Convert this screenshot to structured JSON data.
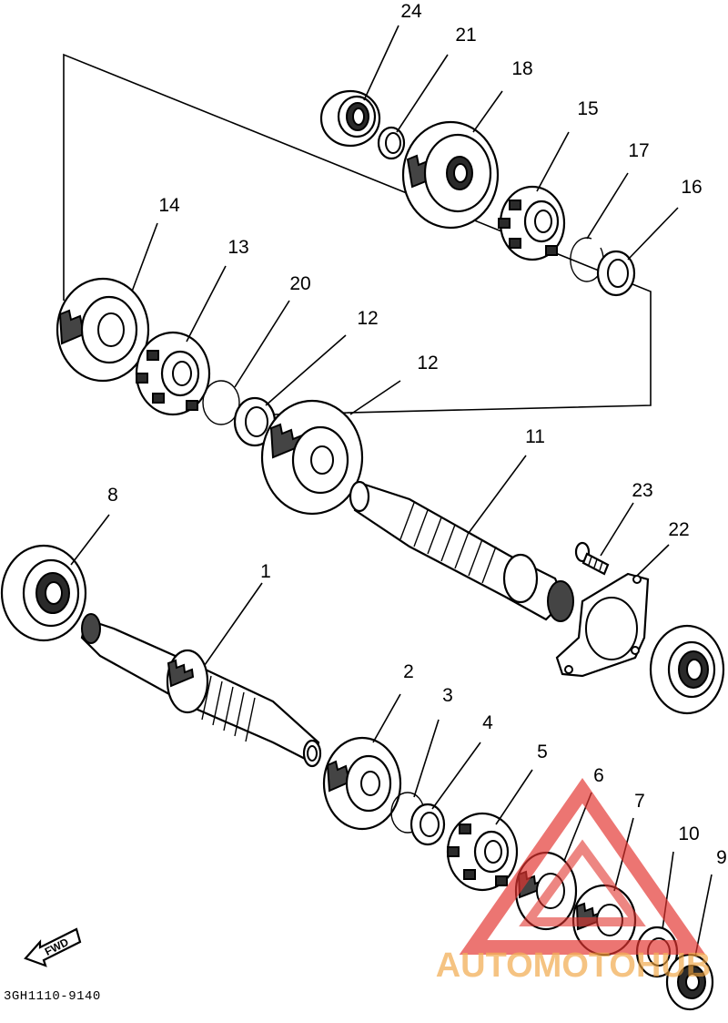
{
  "diagram": {
    "reference_code": "3GH1110-9140",
    "fwd_label": "FWD",
    "callouts": {
      "c1": "1",
      "c2": "2",
      "c3": "3",
      "c4": "4",
      "c5": "5",
      "c6": "6",
      "c7": "7",
      "c8": "8",
      "c9": "9",
      "c10": "10",
      "c11": "11",
      "c12a": "12",
      "c12b": "12",
      "c13": "13",
      "c14": "14",
      "c15": "15",
      "c16": "16",
      "c17": "17",
      "c18": "18",
      "c20": "20",
      "c21": "21",
      "c22": "22",
      "c23": "23",
      "c24": "24"
    }
  },
  "watermark": {
    "text": "AUTOMOTOHUB",
    "color_triangle": "#e3342f",
    "color_text": "#f0a23c"
  }
}
